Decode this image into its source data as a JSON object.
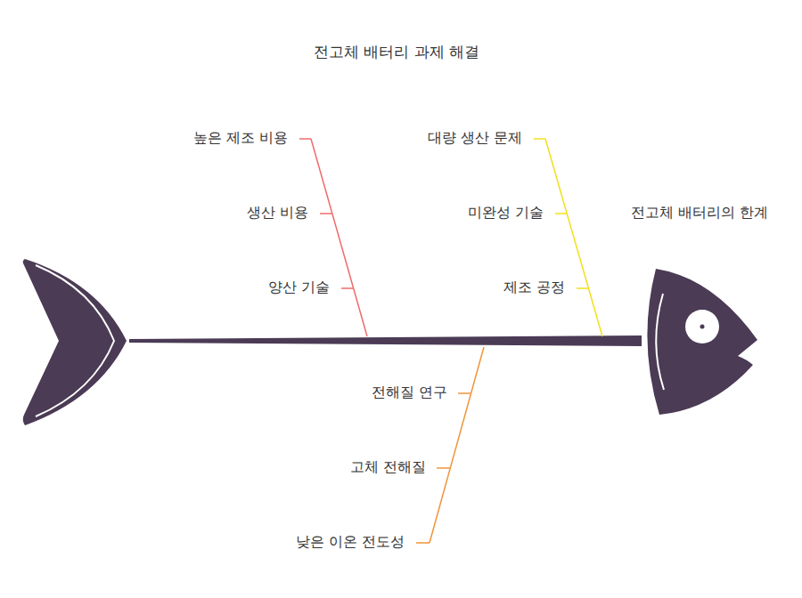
{
  "diagram": {
    "title": "전고체 배터리 과제 해결",
    "labels": [
      "전고체 배터리의 한계",
      "높은 제조 비용",
      "생산 비용",
      "양산 기술",
      "대량 생산 문제",
      "미완성 기술",
      "제조 공정",
      "전해질 연구",
      "고체 전해질",
      "낮은 이온 전도성"
    ]
  }
}
